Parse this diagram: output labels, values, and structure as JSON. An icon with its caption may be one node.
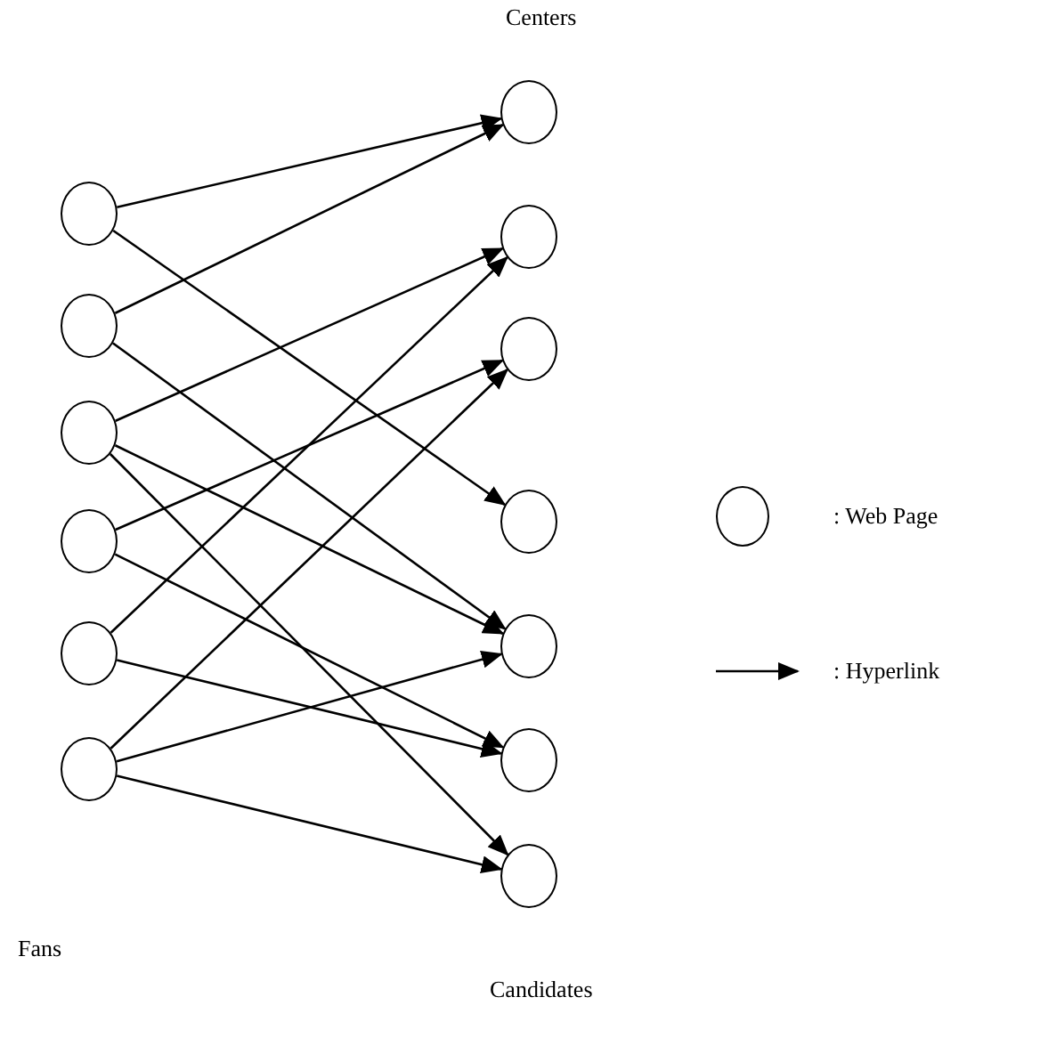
{
  "diagram": {
    "nodes": [
      {
        "text": [],
        "shape": "circle"
      },
      {
        "text": [],
        "shape": "circle"
      },
      {
        "text": [],
        "shape": "circle"
      },
      {
        "text": [],
        "shape": "circle"
      },
      {
        "text": [],
        "shape": "circle"
      },
      {
        "text": [],
        "shape": "circle"
      },
      {
        "text": [],
        "shape": "circle"
      },
      {
        "text": [],
        "shape": "circle"
      },
      {
        "text": [],
        "shape": "circle"
      },
      {
        "text": [],
        "shape": "circle"
      },
      {
        "text": [],
        "shape": "circle"
      },
      {
        "text": [],
        "shape": "circle"
      },
      {
        "text": [],
        "shape": "circle"
      }
    ],
    "edges": [
      {
        "from": 0,
        "to": 6,
        "arrow": "to"
      },
      {
        "from": 0,
        "to": 9,
        "arrow": "to"
      },
      {
        "from": 1,
        "to": 6,
        "arrow": "to"
      },
      {
        "from": 1,
        "to": 10,
        "arrow": "to"
      },
      {
        "from": 2,
        "to": 7,
        "arrow": "to"
      },
      {
        "from": 2,
        "to": 10,
        "arrow": "to"
      },
      {
        "from": 2,
        "to": 12,
        "arrow": "to"
      },
      {
        "from": 3,
        "to": 8,
        "arrow": "to"
      },
      {
        "from": 3,
        "to": 11,
        "arrow": "to"
      },
      {
        "from": 4,
        "to": 7,
        "arrow": "to"
      },
      {
        "from": 4,
        "to": 11,
        "arrow": "to"
      },
      {
        "from": 5,
        "to": 8,
        "arrow": "to"
      },
      {
        "from": 5,
        "to": 10,
        "arrow": "to"
      },
      {
        "from": 5,
        "to": 12,
        "arrow": "to"
      }
    ],
    "labels": [
      "Centers",
      "Fans",
      "Candidates"
    ],
    "legend": [
      {
        "text": ": Web Page"
      },
      {
        "text": ": Hyperlink"
      }
    ]
  }
}
